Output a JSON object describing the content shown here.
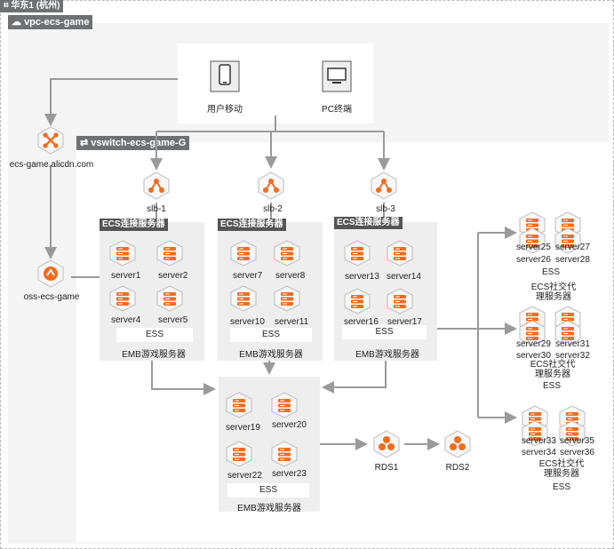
{
  "region": {
    "title": "华东1 (杭州)"
  },
  "vpc": {
    "title": "vpc-ecs-game"
  },
  "vswitch": {
    "title": "vswitch-ecs-game-G"
  },
  "clients": {
    "mobile": "用户移动",
    "pc": "PC终端"
  },
  "cdn": {
    "label": "ecs-game.alicdn.com"
  },
  "oss": {
    "label": "oss-ecs-game"
  },
  "slbs": [
    "slb-1",
    "slb-2",
    "slb-3"
  ],
  "groups": [
    {
      "header": "ECS连接服务器",
      "servers": [
        "server1",
        "server2",
        "server4",
        "server5"
      ],
      "ess": "ESS",
      "caption": "EMB游戏服务器"
    },
    {
      "header": "ECS连接服务器",
      "servers": [
        "server7",
        "server8",
        "server10",
        "server11"
      ],
      "ess": "ESS",
      "caption": "EMB游戏服务器"
    },
    {
      "header": "ECS连接服务器",
      "servers": [
        "server13",
        "server14",
        "server16",
        "server17"
      ],
      "ess": "ESS",
      "caption": "EMB游戏服务器"
    }
  ],
  "bottom_group": {
    "servers": [
      "server19",
      "server20",
      "server22",
      "server23"
    ],
    "ess": "ESS",
    "caption": "EMB游戏服务器"
  },
  "proxies": [
    {
      "servers": [
        "server25",
        "server27",
        "server26",
        "server28"
      ],
      "ess": "ESS",
      "caption": "ECS社交代理服务器"
    },
    {
      "servers": [
        "server29",
        "server31",
        "server30",
        "server32"
      ],
      "ess": "ESS",
      "caption": "ECS社交代理服务器"
    },
    {
      "servers": [
        "server33",
        "server35",
        "server34",
        "server36"
      ],
      "ess": "ESS",
      "caption": "ECS社交代理服务器"
    }
  ],
  "rds": [
    "RDS1",
    "RDS2"
  ],
  "colors": {
    "accent": "#f26b1d",
    "tag_bg": "#6f7072",
    "line": "#9a9a9a"
  }
}
